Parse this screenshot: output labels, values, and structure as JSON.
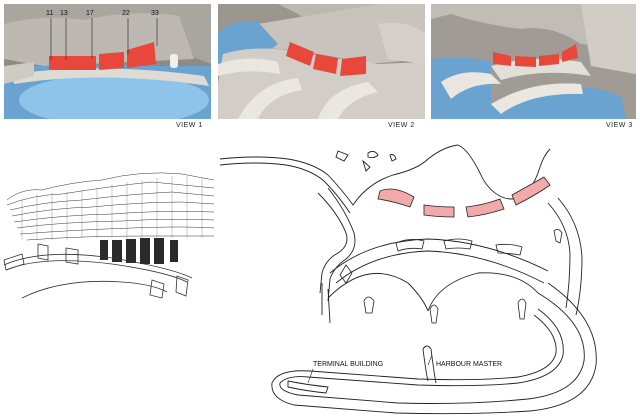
{
  "views": [
    {
      "label": "VIEW 1"
    },
    {
      "label": "VIEW 2"
    },
    {
      "label": "VIEW 3"
    }
  ],
  "view1_numbers": [
    "11",
    "13",
    "17",
    "22",
    "33"
  ],
  "plan_labels": {
    "terminal": "TERMINAL BUILDING",
    "harbour_master": "HARBOUR MASTER"
  },
  "colors": {
    "highlight": "#e8473c",
    "water": "#7ab8e0",
    "model": "#d9d6cf",
    "plan_highlight": "#f2a9a9"
  }
}
